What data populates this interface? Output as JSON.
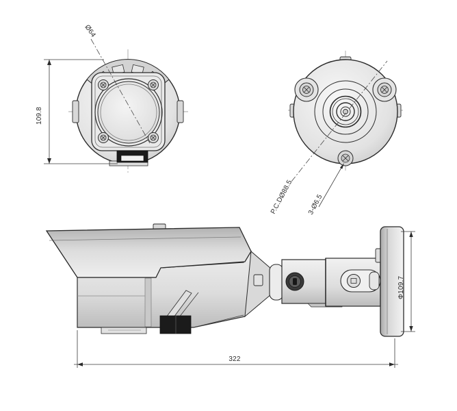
{
  "drawing": {
    "type": "technical-dimension-drawing",
    "subject": "bullet-camera",
    "background": "#ffffff",
    "outline_color": "#2b2b2b",
    "dimension_color": "#3a3a3a",
    "centerline_color": "#8a8a8a",
    "connector_color": "#1b1b1b",
    "views": {
      "front": {
        "name": "front view"
      },
      "rear": {
        "name": "rear view"
      },
      "side": {
        "name": "side view"
      }
    },
    "dims": {
      "lens": {
        "label": "Ø64",
        "view": "front",
        "meaning": "lens opening diameter"
      },
      "front_height": {
        "label": "109.8",
        "view": "front",
        "meaning": "overall height"
      },
      "pcd": {
        "label": "P.C.DØ88.5",
        "view": "rear",
        "meaning": "pitch circle diameter of mounting screws"
      },
      "holes": {
        "label": "3-Ø6.5",
        "view": "rear",
        "meaning": "three mounting holes diameter"
      },
      "length": {
        "label": "322",
        "view": "side",
        "meaning": "overall length"
      },
      "base_diameter": {
        "label": "Φ109.7",
        "view": "side",
        "meaning": "wall plate diameter"
      }
    }
  }
}
